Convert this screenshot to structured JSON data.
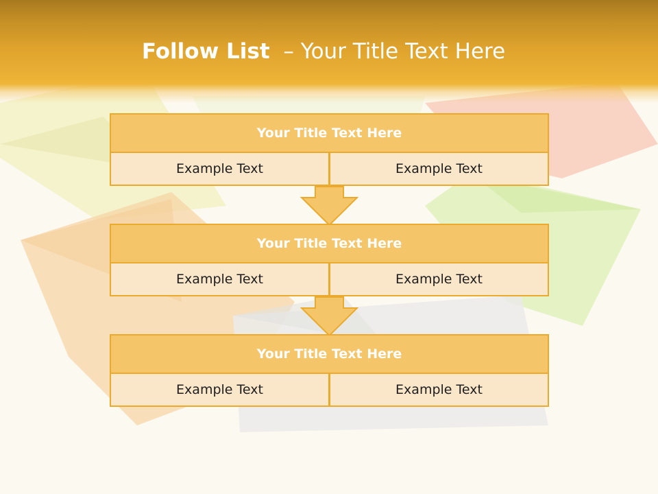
{
  "slide": {
    "title_bold": "Follow List",
    "title_rest": "– Your Title Text Here"
  },
  "flow": {
    "steps": [
      {
        "title": "Your Title Text Here",
        "left": "Example Text",
        "right": "Example Text"
      },
      {
        "title": "Your Title Text Here",
        "left": "Example Text",
        "right": "Example Text"
      },
      {
        "title": "Your Title Text Here",
        "left": "Example Text",
        "right": "Example Text"
      }
    ]
  },
  "colors": {
    "header_orange": "#eeb538",
    "block_title_fill": "#f5c56a",
    "block_cell_fill": "#fae6c9",
    "block_border": "#eaaa2e",
    "arrow_fill": "#f5c56a"
  }
}
